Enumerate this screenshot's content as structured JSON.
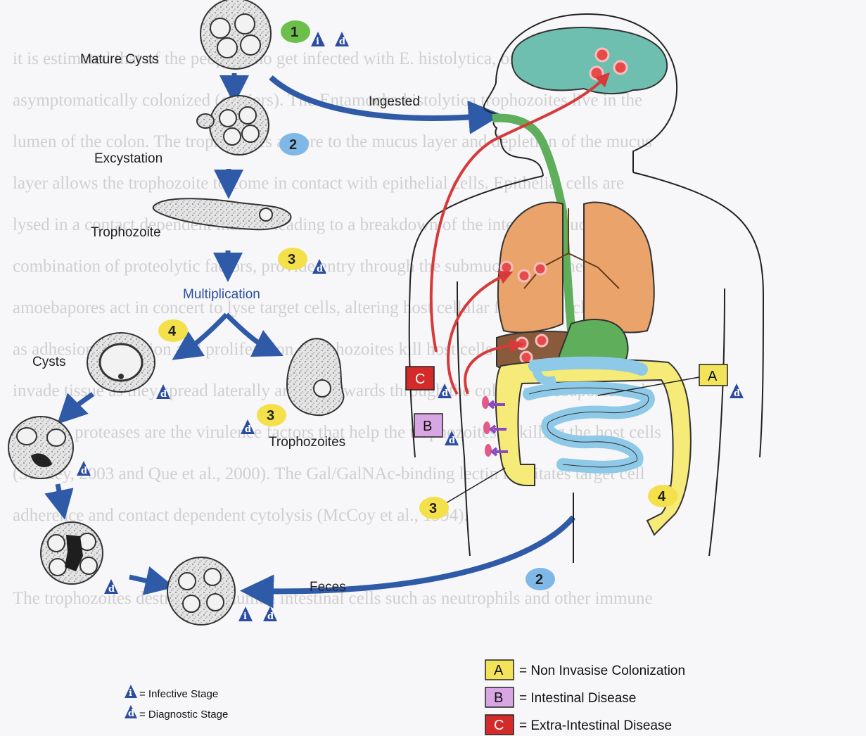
{
  "background_text": [
    "it is estimated that of the people who get infected with E. histolytica, only 90% of people are",
    "asymptomatically colonized (carriers). The Entamoeba histolytica trophozoites live in the",
    "lumen of the colon. The trophozoites adhere to the mucus layer and depletion of the mucus",
    "layer allows the trophozoite to come in contact with epithelial cells. Epithelial cells are",
    "lysed in a contact dependent manner leading to a breakdown of the intestinal mucosa. A",
    "combination of proteolytic factors, provide entry through the submucosa, and the",
    "amoebapores act in concert to lyse target cells, altering host cellular function such",
    "as adhesion, migration and proliferation. Trophozoites kill host cells and further",
    "invade tissue as they spread laterally and downwards through the colon, amoebapores and",
    "cysteine proteases are the virulence factors that help the trophozoites in killing the host cells",
    "(Stanley, 2003 and Que et al., 2000). The Gal/GalNAc-binding lectin facilitates target cell",
    "adherence and contact dependent cytolysis (McCoy et al., 1994).",
    "",
    "The trophozoites destroy both human intestinal cells such as neutrophils and other immune"
  ],
  "stages": {
    "mature_cysts": "Mature Cysts",
    "excystation": "Excystation",
    "trophozoite": "Trophozoite",
    "multiplication": "Multiplication",
    "cysts": "Cysts",
    "trophozoites": "Trophozoites",
    "ingested": "Ingested",
    "feces": "Feces"
  },
  "badges": {
    "one": "1",
    "two": "2",
    "three": "3",
    "four": "4"
  },
  "triangles": {
    "infective": "i",
    "diagnostic": "d"
  },
  "body_markers": {
    "a": "A",
    "b": "B",
    "c": "C"
  },
  "legend": {
    "infective": "= Infective Stage",
    "diagnostic": "= Diagnostic Stage",
    "a": "= Non Invasise Colonization",
    "b": "= Intestinal Disease",
    "c": "= Extra-Intestinal Disease"
  },
  "colors": {
    "arrow_blue": "#2f5aa8",
    "invasion_red": "#d63a3a",
    "badge_green": "#6cbf4a",
    "badge_blue": "#7fb8e6",
    "badge_yellow": "#f3e04a",
    "brain": "#6fbfb0",
    "lungs": "#e9a36b",
    "liver": "#8a5a3c",
    "colon": "#f6ea78",
    "small_intestine": "#8ec9e8",
    "esophagus": "#5fae5b",
    "marker_a": "#f2e35a",
    "marker_b": "#d8a6e3",
    "marker_c": "#d42a2a"
  }
}
